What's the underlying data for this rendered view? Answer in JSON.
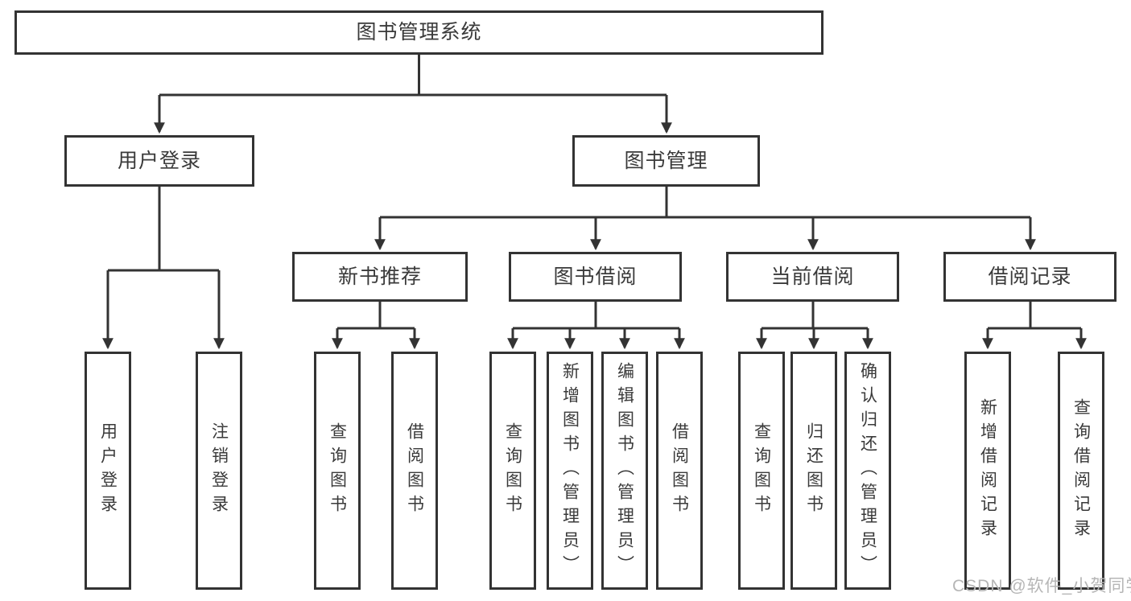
{
  "tree": {
    "label": "图书管理系统",
    "children": [
      {
        "label": "用户登录",
        "children": [
          {
            "label": "用户登录"
          },
          {
            "label": "注销登录"
          }
        ]
      },
      {
        "label": "图书管理",
        "children": [
          {
            "label": "新书推荐",
            "children": [
              {
                "label": "查询图书"
              },
              {
                "label": "借阅图书"
              }
            ]
          },
          {
            "label": "图书借阅",
            "children": [
              {
                "label": "查询图书"
              },
              {
                "label": "新增图书（管理员）"
              },
              {
                "label": "编辑图书（管理员）"
              },
              {
                "label": "借阅图书"
              }
            ]
          },
          {
            "label": "当前借阅",
            "children": [
              {
                "label": "查询图书"
              },
              {
                "label": "归还图书"
              },
              {
                "label": "确认归还（管理员）"
              }
            ]
          },
          {
            "label": "借阅记录",
            "children": [
              {
                "label": "新增借阅记录"
              },
              {
                "label": "查询借阅记录"
              }
            ]
          }
        ]
      }
    ]
  },
  "watermark": "CSDN @软件_小贺同学",
  "colors": {
    "line": "#333333",
    "text": "#3a3a3a",
    "box_background": "#ffffff",
    "page_background": "#ffffff",
    "watermark": "#b6b6b6"
  }
}
